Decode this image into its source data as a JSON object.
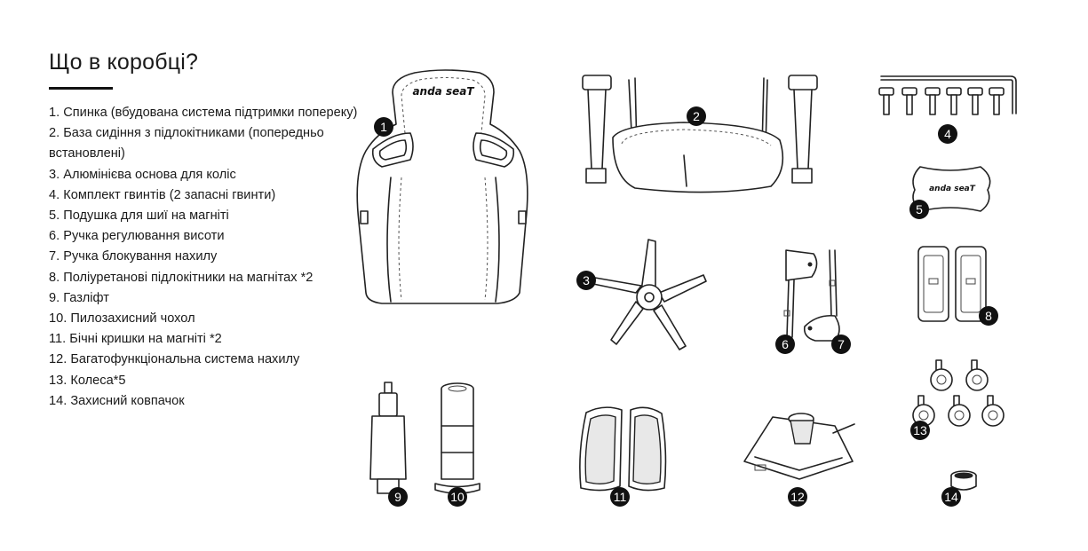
{
  "heading": "Що в коробці?",
  "items": [
    "1. Спинка (вбудована система підтримки попереку)",
    "2. База сидіння з підлокітниками (попередньо встановлені)",
    "3. Алюмінієва основа для коліс",
    "4. Комплект гвинтів (2 запасні гвинти)",
    "5. Подушка для шиї на магніті",
    "6. Ручка регулювання висоти",
    "7. Ручка блокування нахилу",
    "8. Поліуретанові підлокітники на магнітах *2",
    "9. Газліфт",
    "10. Пилозахисний чохол",
    "11. Бічні кришки на магніті *2",
    "12. Багатофункціональна система нахилу",
    "13. Колеса*5",
    "14. Захисний ковпачок"
  ],
  "badges": [
    "1",
    "2",
    "3",
    "4",
    "5",
    "6",
    "7",
    "8",
    "9",
    "10",
    "11",
    "12",
    "13",
    "14"
  ],
  "logo_text": "ANDA SEAT",
  "icons": [
    "backrest",
    "seat-base",
    "wheel-base",
    "screws",
    "neck-pillow",
    "height-handle",
    "tilt-handle",
    "armrest-pads",
    "gas-lift",
    "dust-cover",
    "side-covers",
    "tilt-mechanism",
    "casters",
    "protective-cap"
  ]
}
